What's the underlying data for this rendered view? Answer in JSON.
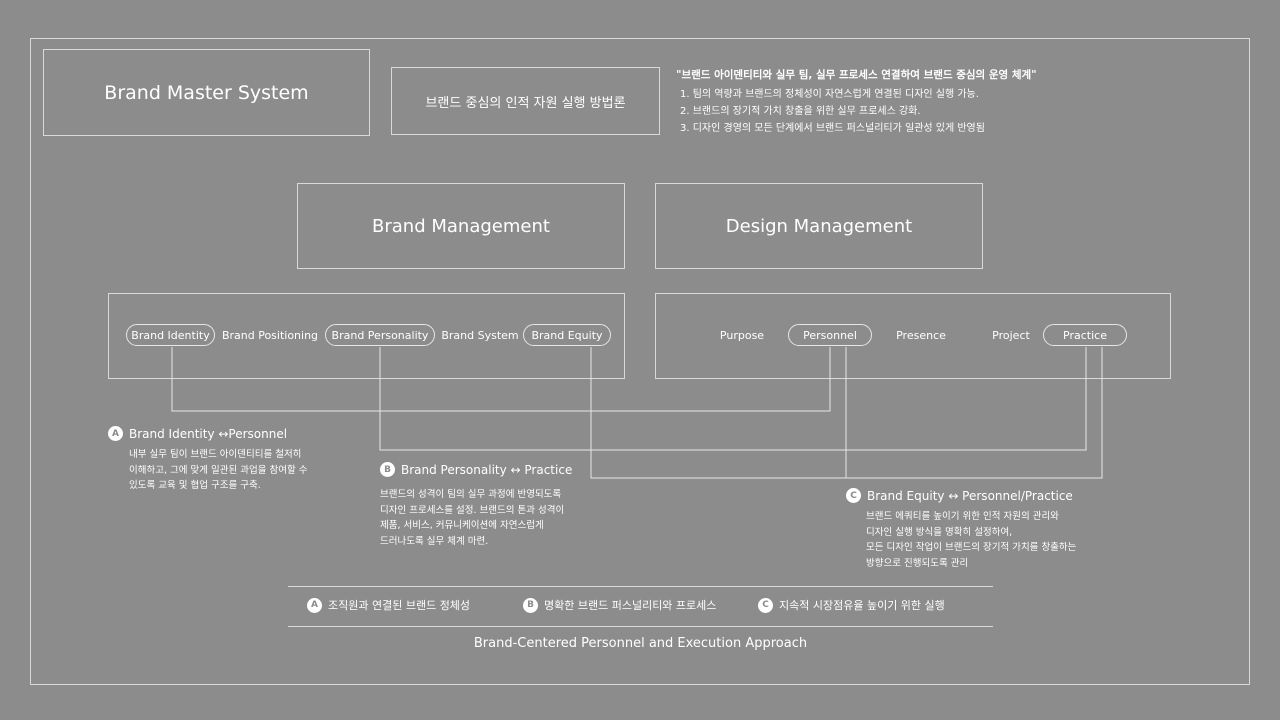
{
  "title": "Brand Master System",
  "subtitle": "브랜드 중심의 인적 자원 실행 방법론",
  "quote": {
    "title": "\"브랜드 아이덴티티와 실무 팀, 실무 프로세스 연결하여 브랜드 중심의 운영 체계\"",
    "items": [
      "1.  팀의 역량과 브랜드의 정체성이 자연스럽게 연결된 디자인 실행 가능.",
      "2.  브랜드의 장기적 가치 창출을 위한 실무 프로세스 강화.",
      "3.  디자인 경영의 모든 단계에서 브랜드 퍼스널리티가 일관성 있게 반영됨"
    ]
  },
  "brand_management": {
    "title": "Brand Management",
    "items": [
      "Brand Identity",
      "Brand Positioning",
      "Brand Personality",
      "Brand System",
      "Brand Equity"
    ]
  },
  "design_management": {
    "title": "Design Management",
    "items": [
      "Purpose",
      "Personnel",
      "Presence",
      "Project",
      "Practice"
    ]
  },
  "links": {
    "a": {
      "badge": "A",
      "title": "Brand Identity ↔Personnel",
      "desc": [
        "내부 실무 팀이 브랜드 아이덴티티를 철저히",
        "이해하고, 그에 맞게 일관된 과업을 참여할 수",
        "있도록 교육 및 협업 구조를 구축."
      ]
    },
    "b": {
      "badge": "B",
      "title": "Brand Personality ↔ Practice",
      "desc": [
        "브랜드의 성격이 팀의 실무 과정에 반영되도록",
        "디자인 프로세스를 설정. 브랜드의 톤과 성격이",
        "제품, 서비스, 커뮤니케이션에 자연스럽게",
        "드러나도록 실무 체계 마련."
      ]
    },
    "c": {
      "badge": "C",
      "title": "Brand Equity ↔ Personnel/Practice",
      "desc": [
        "브랜드 에쿼티를 높이기 위한 인적 자원의 관리와",
        "디자인 실행 방식을 명확히 설정하여,",
        "모든 디자인 작업이 브랜드의 장기적 가치를 창출하는",
        "방향으로 진행되도록 관리"
      ]
    }
  },
  "summary": [
    {
      "badge": "A",
      "text": "조직원과 연결된 브랜드 정체성"
    },
    {
      "badge": "B",
      "text": "명확한 브랜드 퍼스널리티와 프로세스"
    },
    {
      "badge": "C",
      "text": "지속적 시장점유율 높이기 위한 실행"
    }
  ],
  "bottom_title": "Brand-Centered Personnel and Execution Approach"
}
